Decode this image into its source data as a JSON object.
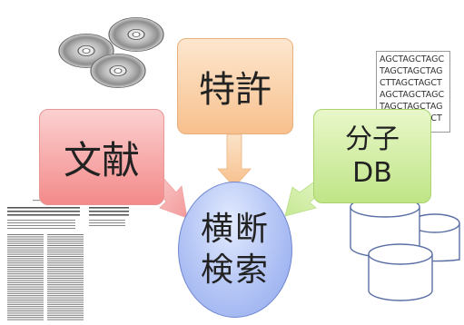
{
  "boxes": {
    "literature": "文献",
    "patent": "特許",
    "molecule_line1": "分子",
    "molecule_line2": "DB"
  },
  "center": {
    "line1": "横断",
    "line2": "検索"
  },
  "sequence": [
    "AGCTAGCTAGC",
    "TAGCTAGCTAG",
    "CTTAGCTAGCT",
    "AGCTAGCTAGC",
    "TAGCTAGCTAG",
    "CTTAGCTAGCT"
  ],
  "colors": {
    "literature_box": "#f48a8a",
    "patent_box": "#f8c08d",
    "molecule_box": "#bfe587",
    "center_circle": "#8fa7ee"
  },
  "icons": [
    "cd-discs-icon",
    "document-paper-icon",
    "database-cylinders-icon"
  ]
}
